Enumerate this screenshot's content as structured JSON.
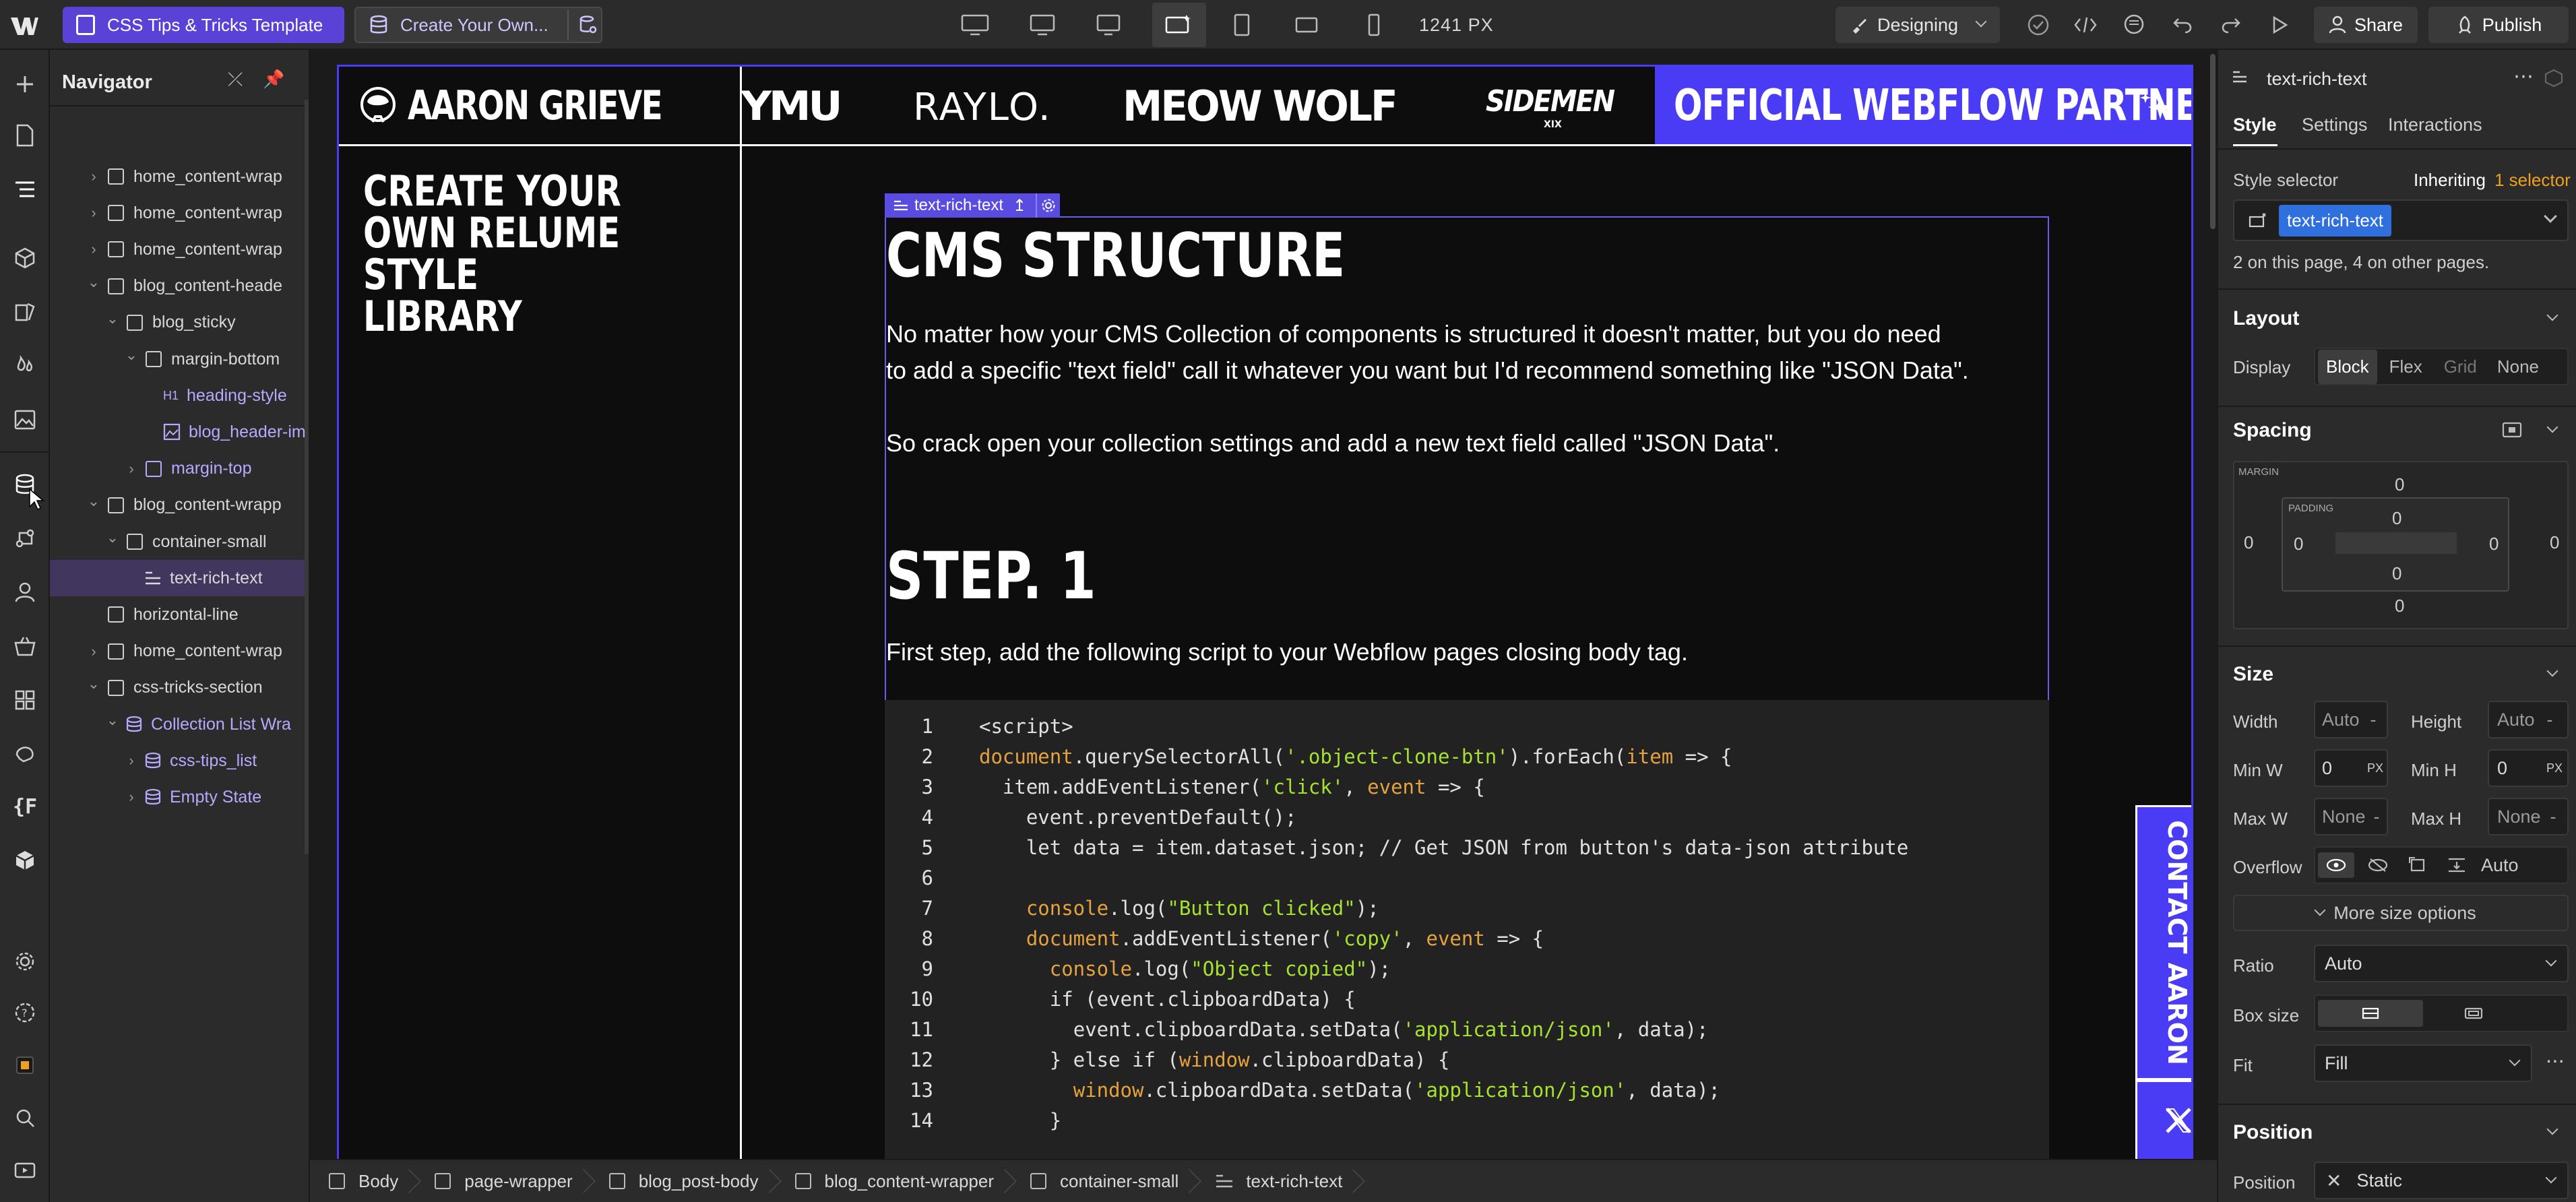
{
  "topbar": {
    "page_name": "CSS Tips & Tricks Template",
    "cms_item": "Create Your Own...",
    "width_label": "1241 PX",
    "mode": "Designing",
    "share": "Share",
    "publish": "Publish"
  },
  "navigator": {
    "title": "Navigator",
    "rows": [
      {
        "label": "home_content-wrap",
        "indent": 1,
        "type": "box",
        "chevron": "right"
      },
      {
        "label": "home_content-wrap",
        "indent": 1,
        "type": "box",
        "chevron": "right"
      },
      {
        "label": "home_content-wrap",
        "indent": 1,
        "type": "box",
        "chevron": "right"
      },
      {
        "label": "blog_content-heade",
        "indent": 1,
        "type": "box",
        "chevron": "down"
      },
      {
        "label": "blog_sticky",
        "indent": 2,
        "type": "box",
        "chevron": "down"
      },
      {
        "label": "margin-bottom",
        "indent": 3,
        "type": "box",
        "chevron": "down"
      },
      {
        "label": "heading-style",
        "indent": 4,
        "type": "h1",
        "chevron": "",
        "purple": true
      },
      {
        "label": "blog_header-im",
        "indent": 4,
        "type": "img",
        "chevron": "",
        "purple": true
      },
      {
        "label": "margin-top",
        "indent": 3,
        "type": "box",
        "chevron": "right",
        "purple": true
      },
      {
        "label": "blog_content-wrapp",
        "indent": 1,
        "type": "box",
        "chevron": "down"
      },
      {
        "label": "container-small",
        "indent": 2,
        "type": "box",
        "chevron": "down"
      },
      {
        "label": "text-rich-text",
        "indent": 3,
        "type": "rt",
        "chevron": "",
        "selected": true
      },
      {
        "label": "horizontal-line",
        "indent": 1,
        "type": "box",
        "chevron": ""
      },
      {
        "label": "home_content-wrap",
        "indent": 1,
        "type": "box",
        "chevron": "right"
      },
      {
        "label": "css-tricks-section",
        "indent": 1,
        "type": "box",
        "chevron": "down"
      },
      {
        "label": "Collection List Wra",
        "indent": 2,
        "type": "db",
        "chevron": "down",
        "purple": true
      },
      {
        "label": "css-tips_list",
        "indent": 3,
        "type": "db",
        "chevron": "right",
        "purple": true
      },
      {
        "label": "Empty State",
        "indent": 3,
        "type": "db",
        "chevron": "right",
        "purple": true
      }
    ]
  },
  "site": {
    "brand": "AARON GRIEVE",
    "logos": [
      "YMU",
      "RAYLO.",
      "MEOW WOLF",
      "SIDEMEN"
    ],
    "logo_sub": "XIX",
    "partner": "OFFICIAL WEBFLOW PARTNER",
    "side_title": "CREATE YOUR OWN RELUME STYLE LIBRARY",
    "contact": "CONTACT AARON"
  },
  "richtext": {
    "tag": "text-rich-text",
    "h1": "CMS STRUCTURE",
    "p1a": "No matter how your CMS Collection of components is structured it doesn't matter, but you do need",
    "p1b": "to add a specific \"text field\" call it whatever you want but I'd recommend something like \"JSON Data\".",
    "p2": "So crack open your collection settings and add a new text field called \"JSON Data\".",
    "h2": "STEP. 1",
    "p3": "First step, add the following script to your Webflow pages closing body tag."
  },
  "code": [
    {
      "n": "1",
      "parts": [
        [
          "c",
          "<script>"
        ]
      ],
      "indent": 0
    },
    {
      "n": "2",
      "parts": [
        [
          "o",
          "document"
        ],
        [
          "c",
          ".querySelectorAll("
        ],
        [
          "s",
          "'.object-clone-btn'"
        ],
        [
          "c",
          ").forEach("
        ],
        [
          "o",
          "item"
        ],
        [
          "c",
          " => {"
        ]
      ],
      "indent": 0
    },
    {
      "n": "3",
      "parts": [
        [
          "c",
          "item.addEventListener("
        ],
        [
          "s",
          "'click'"
        ],
        [
          "c",
          ", "
        ],
        [
          "o",
          "event"
        ],
        [
          "c",
          " => {"
        ]
      ],
      "indent": 1
    },
    {
      "n": "4",
      "parts": [
        [
          "c",
          "event.preventDefault();"
        ]
      ],
      "indent": 2
    },
    {
      "n": "5",
      "parts": [
        [
          "c",
          "let data = item.dataset.json; // Get JSON from button's data-json attribute"
        ]
      ],
      "indent": 2
    },
    {
      "n": "6",
      "parts": [
        [
          "c",
          ""
        ]
      ],
      "indent": 0
    },
    {
      "n": "7",
      "parts": [
        [
          "o",
          "console"
        ],
        [
          "c",
          ".log("
        ],
        [
          "s",
          "\"Button clicked\""
        ],
        [
          "c",
          ");"
        ]
      ],
      "indent": 2
    },
    {
      "n": "8",
      "parts": [
        [
          "o",
          "document"
        ],
        [
          "c",
          ".addEventListener("
        ],
        [
          "s",
          "'copy'"
        ],
        [
          "c",
          ", "
        ],
        [
          "o",
          "event"
        ],
        [
          "c",
          " => {"
        ]
      ],
      "indent": 2
    },
    {
      "n": "9",
      "parts": [
        [
          "o",
          "console"
        ],
        [
          "c",
          ".log("
        ],
        [
          "s",
          "\"Object copied\""
        ],
        [
          "c",
          ");"
        ]
      ],
      "indent": 3
    },
    {
      "n": "10",
      "parts": [
        [
          "c",
          "if (event.clipboardData) {"
        ]
      ],
      "indent": 3
    },
    {
      "n": "11",
      "parts": [
        [
          "c",
          "event.clipboardData.setData("
        ],
        [
          "s",
          "'application/json'"
        ],
        [
          "c",
          ", data);"
        ]
      ],
      "indent": 4
    },
    {
      "n": "12",
      "parts": [
        [
          "c",
          "} else if ("
        ],
        [
          "o",
          "window"
        ],
        [
          "c",
          ".clipboardData) {"
        ]
      ],
      "indent": 3
    },
    {
      "n": "13",
      "parts": [
        [
          "o",
          "window"
        ],
        [
          "c",
          ".clipboardData.setData("
        ],
        [
          "s",
          "'application/json'"
        ],
        [
          "c",
          ", data);"
        ]
      ],
      "indent": 4
    },
    {
      "n": "14",
      "parts": [
        [
          "c",
          "}"
        ]
      ],
      "indent": 3
    }
  ],
  "breadcrumb": [
    "Body",
    "page-wrapper",
    "blog_post-body",
    "blog_content-wrapper",
    "container-small",
    "text-rich-text"
  ],
  "panel": {
    "element": "text-rich-text",
    "tabs": [
      "Style",
      "Settings",
      "Interactions"
    ],
    "style_selector_label": "Style selector",
    "inheriting": "Inheriting",
    "inheriting_count": "1 selector",
    "selector_chip": "text-rich-text",
    "usage_note": "2 on this page, 4 on other pages.",
    "layout_title": "Layout",
    "display_label": "Display",
    "display_options": [
      "Block",
      "Flex",
      "Grid",
      "None"
    ],
    "spacing_title": "Spacing",
    "margin_label": "MARGIN",
    "padding_label": "PADDING",
    "margin": {
      "top": "0",
      "right": "0",
      "bottom": "0",
      "left": "0"
    },
    "padding": {
      "top": "0",
      "right": "0",
      "bottom": "0",
      "left": "0"
    },
    "size_title": "Size",
    "width_label": "Width",
    "height_label": "Height",
    "width_value": "Auto",
    "height_value": "Auto",
    "dash": "-",
    "minw_label": "Min W",
    "minh_label": "Min H",
    "minw_value": "0",
    "minh_value": "0",
    "unit_px": "PX",
    "maxw_label": "Max W",
    "maxh_label": "Max H",
    "maxw_value": "None",
    "maxh_value": "None",
    "overflow_label": "Overflow",
    "overflow_auto": "Auto",
    "more_size": "More size options",
    "ratio_label": "Ratio",
    "ratio_value": "Auto",
    "boxsize_label": "Box size",
    "fit_label": "Fit",
    "fit_value": "Fill",
    "position_title": "Position",
    "position_label": "Position",
    "position_value": "Static"
  },
  "colors": {
    "accent": "#4a3cf5",
    "selection": "#5a4ce0",
    "page_bg": "#0d0d0d"
  }
}
